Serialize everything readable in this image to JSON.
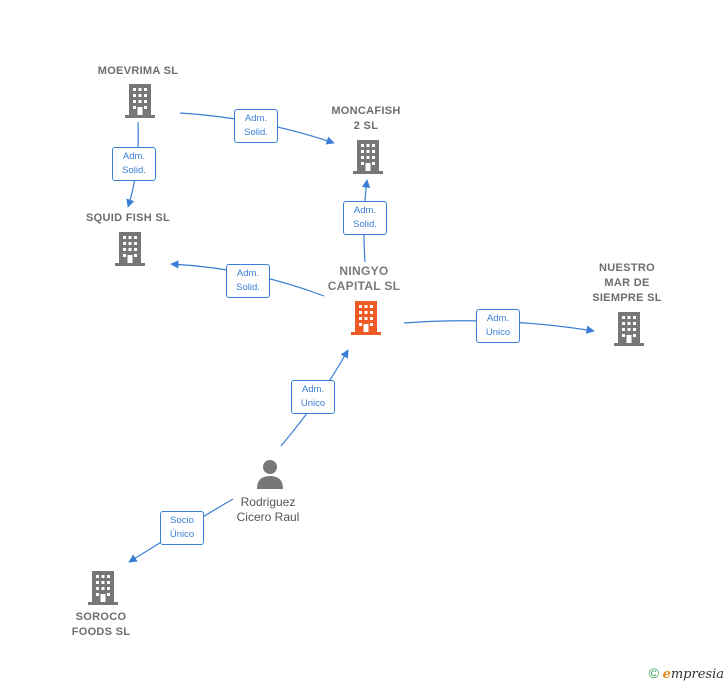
{
  "nodes": {
    "moevrima": {
      "label": "MOEVRIMA  SL"
    },
    "moncafish": {
      "label": "MONCAFISH\n2  SL"
    },
    "squid": {
      "label": "SQUID FISH  SL"
    },
    "ningyo": {
      "label": "NINGYO\nCAPITAL  SL"
    },
    "nuestro": {
      "label": "NUESTRO\nMAR DE\nSIEMPRE SL"
    },
    "rodriguez": {
      "label": "Rodriguez\nCicero Raul"
    },
    "soroco": {
      "label": "SOROCO\nFOODS SL"
    }
  },
  "edges": {
    "moevrima_moncafish": "Adm.\nSolid.",
    "moevrima_squid": "Adm.\nSolid.",
    "ningyo_moncafish": "Adm.\nSolid.",
    "ningyo_squid": "Adm.\nSolid.",
    "ningyo_nuestro": "Adm.\nUnico",
    "rodriguez_ningyo": "Adm.\nUnico",
    "rodriguez_soroco": "Socio\nÚnico"
  },
  "colors": {
    "edge": "#3a7fd5",
    "company_icon": "#777777",
    "focus_icon": "#f05a24",
    "person_icon": "#777777"
  },
  "footer": {
    "copyright": "©",
    "brand_initial": "e",
    "brand_rest": "mpresia"
  }
}
